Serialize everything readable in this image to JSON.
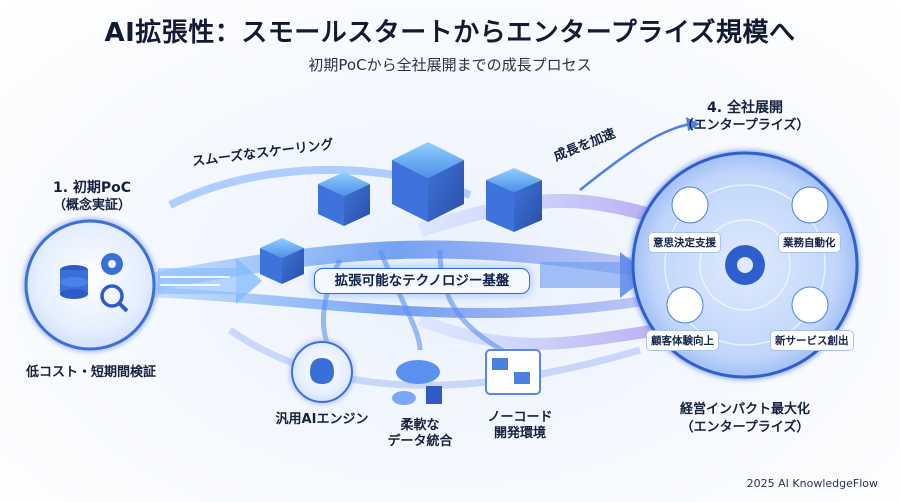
{
  "header": {
    "title": "AI拡張性：スモールスタートからエンタープライズ規模へ",
    "subtitle": "初期PoCから全社展開までの成長プロセス"
  },
  "stage1": {
    "title": "1. 初期PoC",
    "subtitle": "（概念実証）",
    "caption": "低コスト・短期間検証"
  },
  "flow": {
    "smooth_scaling": "スムーズなスケーリング",
    "accelerate_growth": "成長を加速"
  },
  "platform": {
    "label": "拡張可能なテクノロジー基盤",
    "features": [
      {
        "label": "汎用AIエンジン",
        "icon": "brain-icon"
      },
      {
        "label": "柔軟な\nデータ統合",
        "icon": "cloud-database-icon"
      },
      {
        "label": "ノーコード\n開発環境",
        "icon": "nocode-blocks-icon"
      }
    ]
  },
  "stage4": {
    "title": "4. 全社展開",
    "subtitle": "（エンタープライズ）",
    "caption_line1": "経営インパクト最大化",
    "caption_line2": "（エンタープライズ）",
    "benefits": [
      {
        "label": "意思決定支援",
        "icon": "dashboard-chart-icon"
      },
      {
        "label": "業務自動化",
        "icon": "robot-arm-icon"
      },
      {
        "label": "顧客体験向上",
        "icon": "handshake-icon"
      },
      {
        "label": "新サービス創出",
        "icon": "lightbulb-icon"
      }
    ]
  },
  "footer": {
    "text": "2025 AI KnowledgeFlow"
  },
  "colors": {
    "primary": "#2f6bd8",
    "accent": "#5aa8ff",
    "dark": "#13203f"
  }
}
